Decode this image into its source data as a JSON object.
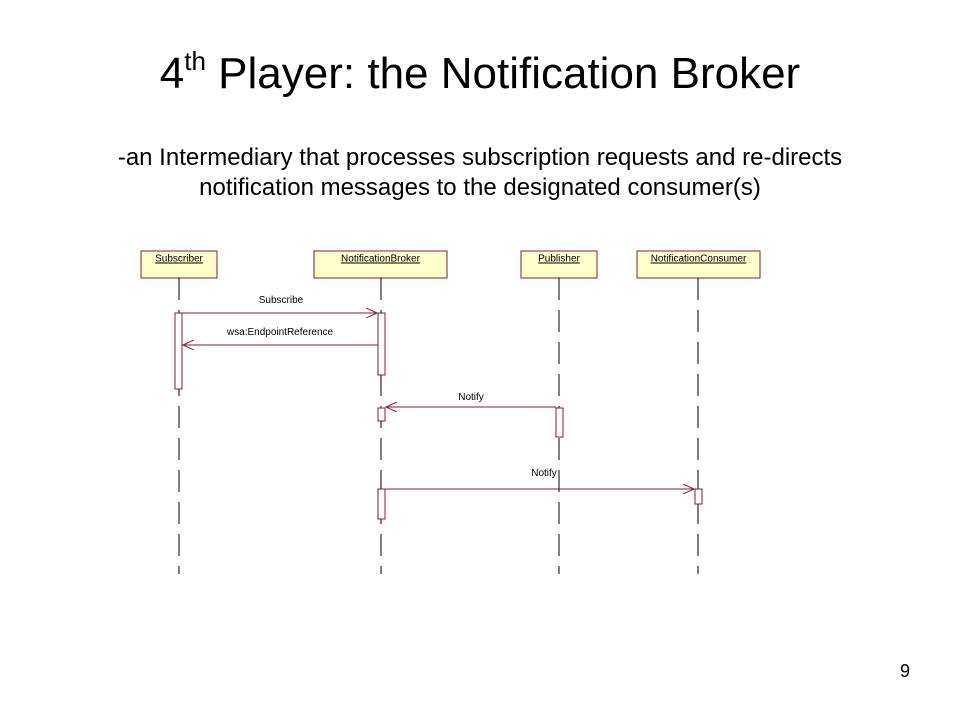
{
  "slide": {
    "title_number": "4",
    "title_superscript": "th",
    "title_rest": " Player: the Notification Broker",
    "subtitle_lines": [
      "-an Intermediary that processes subscription requests and re-directs",
      "notification messages to the designated consumer(s)"
    ],
    "page_number": "9"
  },
  "diagram": {
    "colors": {
      "box_fill": "#ffffcc",
      "box_border": "#8b1a3a",
      "message_line": "#8b1a3a",
      "lifeline": "#000000"
    },
    "participants": [
      {
        "name": "Subscriber"
      },
      {
        "name": "NotificationBroker"
      },
      {
        "name": "Publisher"
      },
      {
        "name": "NotificationConsumer"
      }
    ],
    "messages": [
      {
        "from": "Subscriber",
        "to": "NotificationBroker",
        "label": "Subscribe",
        "type": "call"
      },
      {
        "from": "NotificationBroker",
        "to": "Subscriber",
        "label": "wsa:EndpointReference",
        "type": "return"
      },
      {
        "from": "Publisher",
        "to": "NotificationBroker",
        "label": "Notify",
        "type": "call"
      },
      {
        "from": "NotificationBroker",
        "to": "NotificationConsumer",
        "label": "Notify",
        "type": "call"
      }
    ]
  }
}
